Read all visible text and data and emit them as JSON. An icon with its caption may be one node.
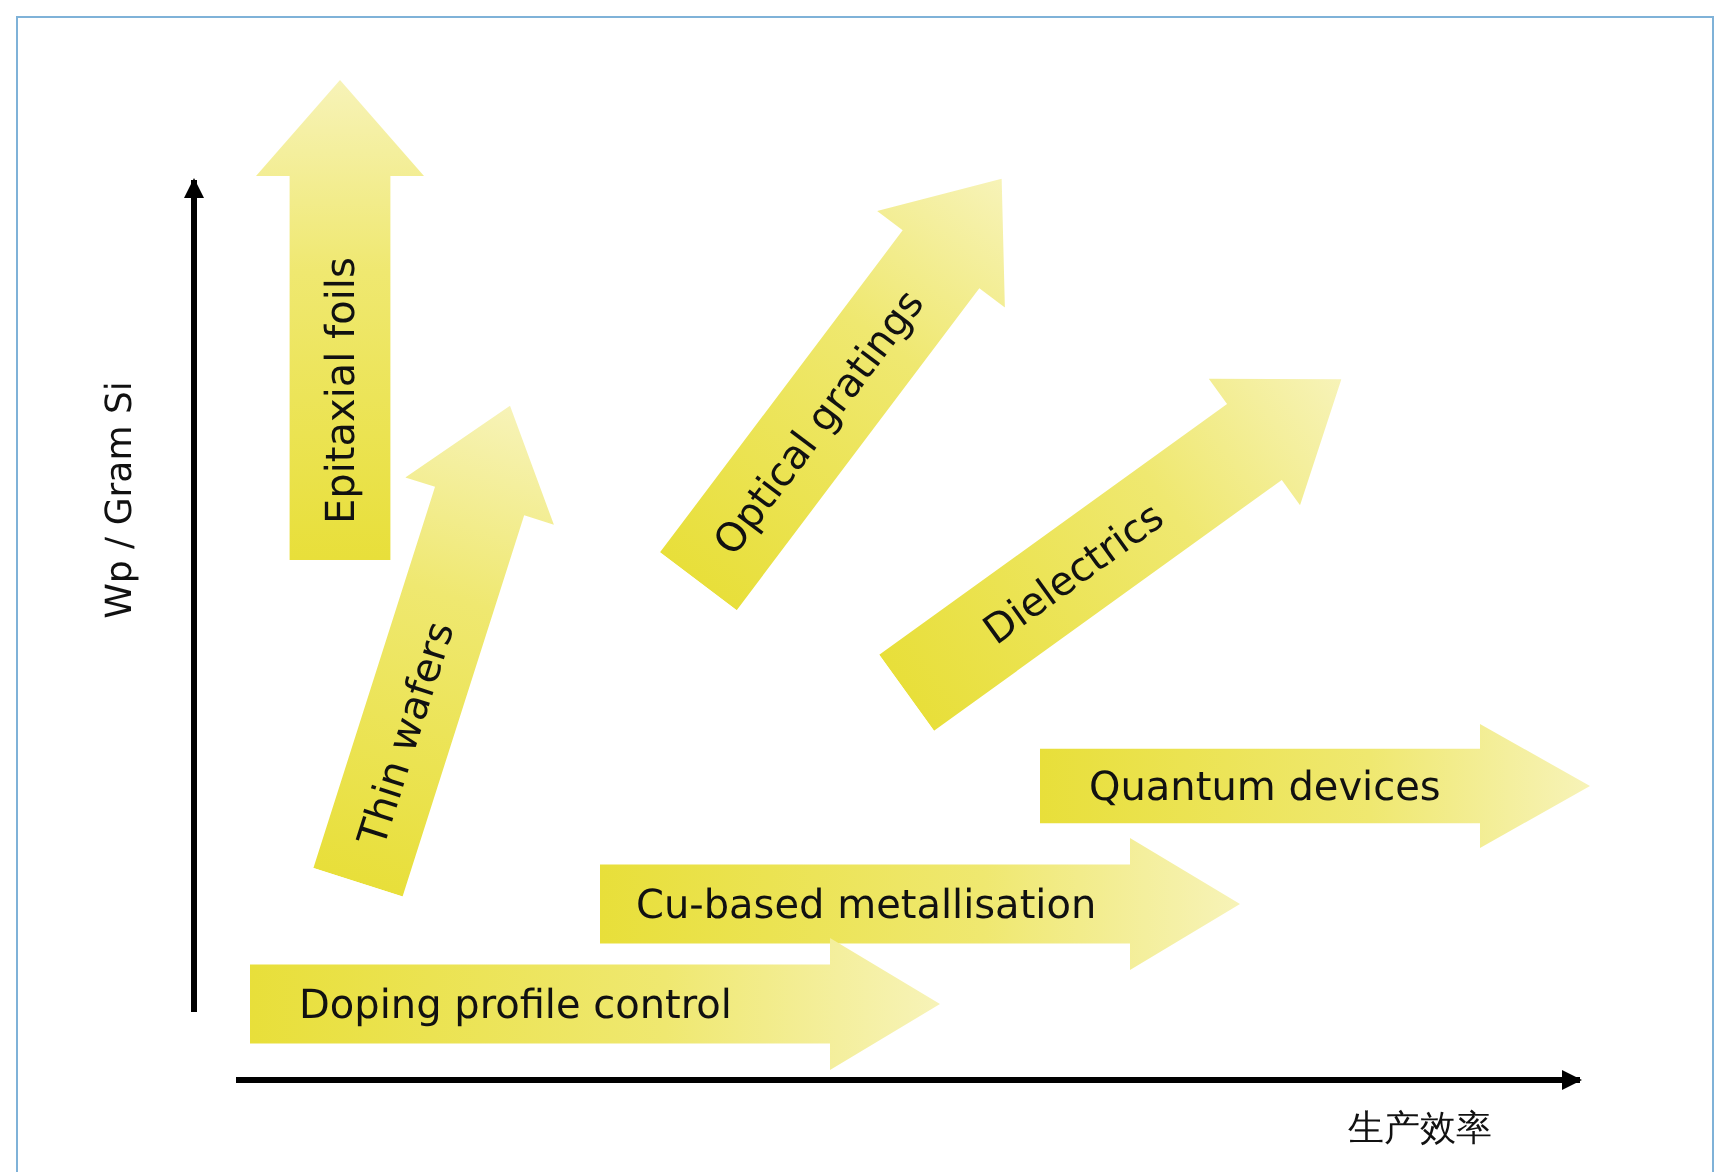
{
  "diagram": {
    "nodes": [
      {
        "text": [
          "Epitaxial foils"
        ]
      },
      {
        "text": [
          "Thin wafers"
        ]
      },
      {
        "text": [
          "Optical gratings"
        ]
      },
      {
        "text": [
          "Dielectrics"
        ]
      },
      {
        "text": [
          "Quantum devices"
        ]
      },
      {
        "text": [
          "Cu-based metallisation"
        ]
      },
      {
        "text": [
          "Doping profile control"
        ]
      }
    ],
    "labels": [
      "Wp / Gram Si",
      "生产效率"
    ]
  }
}
